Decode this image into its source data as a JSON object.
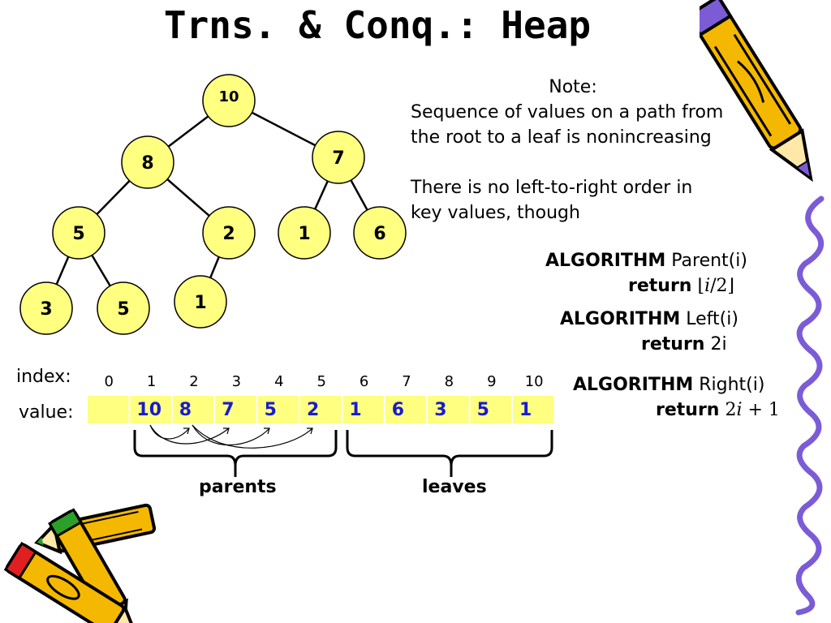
{
  "title": "Trns. & Conq.: Heap",
  "note": {
    "heading": "Note:",
    "line1": "Sequence of values on a path from",
    "line2": "the root to a leaf is nonincreasing",
    "line3": "There is no left-to-right order in",
    "line4": "key values, though"
  },
  "algorithms": {
    "parent": {
      "keyword": "ALGORITHM",
      "name": "Parent(i)",
      "return_kw": "return",
      "expr_var": "i",
      "expr_rest": "/2"
    },
    "left": {
      "keyword": "ALGORITHM",
      "name": "Left(i)",
      "return_kw": "return",
      "expr": "2i"
    },
    "right": {
      "keyword": "ALGORITHM",
      "name": "Right(i)",
      "return_kw": "return",
      "expr_num": "2",
      "expr_var": "i",
      "expr_rest": " + 1"
    }
  },
  "tree": {
    "nodes": [
      "10",
      "8",
      "7",
      "5",
      "2",
      "1",
      "6",
      "3",
      "5",
      "1"
    ],
    "node_fill": "#ffff80",
    "node_stroke": "#000000"
  },
  "array": {
    "index_label": "index:",
    "value_label": "value:",
    "indices": [
      "0",
      "1",
      "2",
      "3",
      "4",
      "5",
      "6",
      "7",
      "8",
      "9",
      "10"
    ],
    "values": [
      "",
      "10",
      "8",
      "7",
      "5",
      "2",
      "1",
      "6",
      "3",
      "5",
      "1"
    ],
    "cell_fill": "#ffff80",
    "value_color": "#1a1ad0"
  },
  "groups": {
    "parents": "parents",
    "leaves": "leaves"
  },
  "decor": [
    "pencil-icon",
    "crayons-icon",
    "squiggle-border"
  ]
}
